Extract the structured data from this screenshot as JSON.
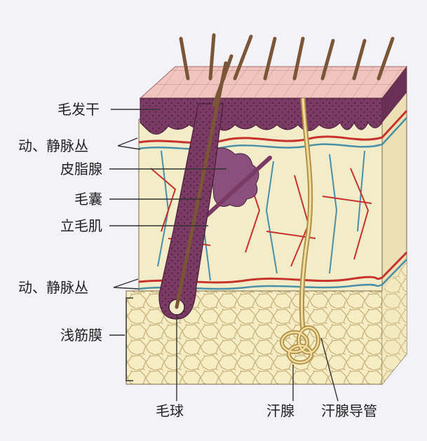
{
  "labels": {
    "hair_shaft": "毛发干",
    "plexus_upper": "动、静脉丛",
    "sebaceous_gland": "皮脂腺",
    "hair_follicle": "毛囊",
    "arrector_pili": "立毛肌",
    "plexus_lower": "动、静脉丛",
    "superficial_fascia": "浅筋膜",
    "hair_bulb": "毛球",
    "sweat_gland": "汗腺",
    "sweat_duct": "汗腺导管"
  },
  "colors": {
    "background": "#f3f3f7",
    "epidermis_surface": "#f0c4bf",
    "epidermis": "#7a3a63",
    "dermis": "#f3ecc8",
    "dermis_side": "#ece0b4",
    "fascia": "#f6edc5",
    "fascia_cells": "#c9b47f",
    "artery": "#c8322c",
    "vein": "#4a8fa8",
    "hair": "#7a5536",
    "sweat_gland": "#d6b66c",
    "sebaceous": "#8a4f7d"
  }
}
